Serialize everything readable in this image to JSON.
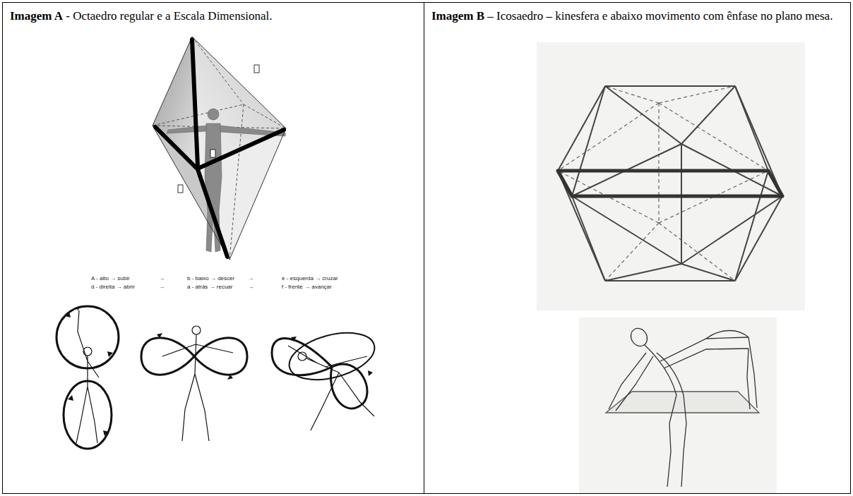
{
  "diagram": {
    "nodes": [
      {
        "text": [
          "Imagem A",
          "- Octaedro regular e a Escala Dimensional."
        ]
      },
      {
        "text": [
          "Imagem B",
          "– Icosaedro – kinesfera e abaixo movimento com ênfase no plano mesa."
        ]
      }
    ],
    "labels": [
      "A - alto → subir",
      "→",
      "b - baixo → descer",
      "→",
      "e - esquerda → cruzar",
      "d - direita → abrir",
      "→",
      "a - atrás → recuar",
      "→",
      "f - frente → avançar"
    ]
  }
}
